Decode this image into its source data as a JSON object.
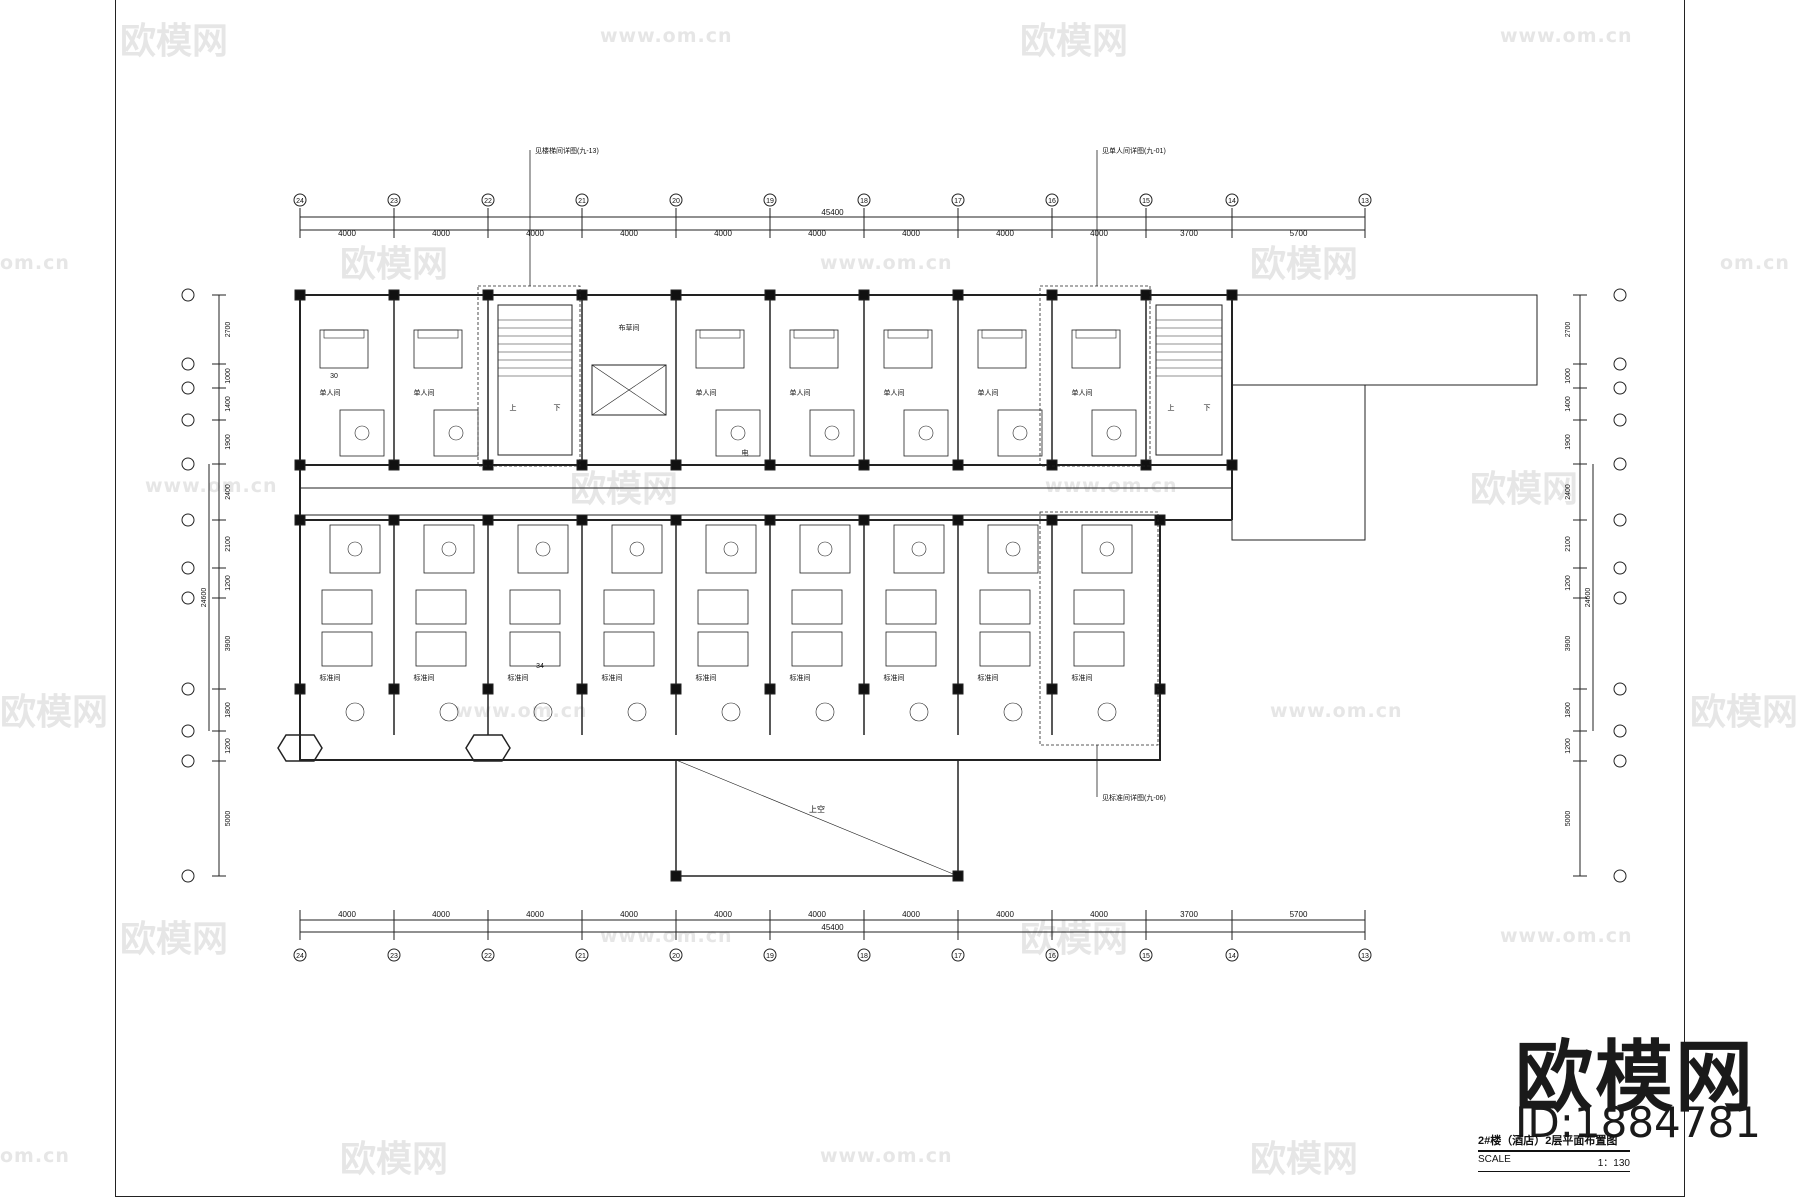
{
  "axes": {
    "letters": [
      "24",
      "23",
      "22",
      "21",
      "20",
      "19",
      "18",
      "17",
      "16",
      "15",
      "14",
      "13"
    ]
  },
  "dimensions": {
    "top_segments": [
      "4000",
      "4000",
      "4000",
      "4000",
      "4000",
      "4000",
      "4000",
      "4000",
      "4000",
      "3700",
      "5700"
    ],
    "bottom_segments": [
      "4000",
      "4000",
      "4000",
      "4000",
      "4000",
      "4000",
      "4000",
      "4000",
      "4000",
      "3700",
      "5700"
    ],
    "overall": "45400",
    "left_segments": [
      "2700",
      "1000",
      "1400",
      "1900",
      "2400",
      "2100",
      "1200",
      "3900",
      "1800",
      "1200",
      "5000"
    ],
    "right_segments": [
      "2700",
      "1000",
      "1400",
      "1900",
      "2400",
      "2100",
      "1200",
      "3900",
      "1800",
      "1200",
      "5000"
    ],
    "left_total": "24600",
    "right_total": "24600"
  },
  "rooms": {
    "single_label": "单人间",
    "standard_label": "标准间",
    "cloth_label": "布草间",
    "void_label": "上空",
    "elevator_label": "电",
    "stair_up": "上",
    "stair_down": "下",
    "room_no_30": "30",
    "room_no_34": "34"
  },
  "callouts": {
    "stair_detail": "见楼梯间详图(九-13)",
    "single_detail": "见单人间详图(九-01)",
    "standard_detail": "见标准间详图(九-06)"
  },
  "title_block": {
    "title": "2#楼（酒店）2层平面布置图",
    "scale_label": "SCALE",
    "scale_value": "1：130"
  },
  "watermark": {
    "logo_text": "欧模网",
    "url_text": "www.om.cn",
    "url_short": "om.cn",
    "id_text": "ID:1884781"
  }
}
